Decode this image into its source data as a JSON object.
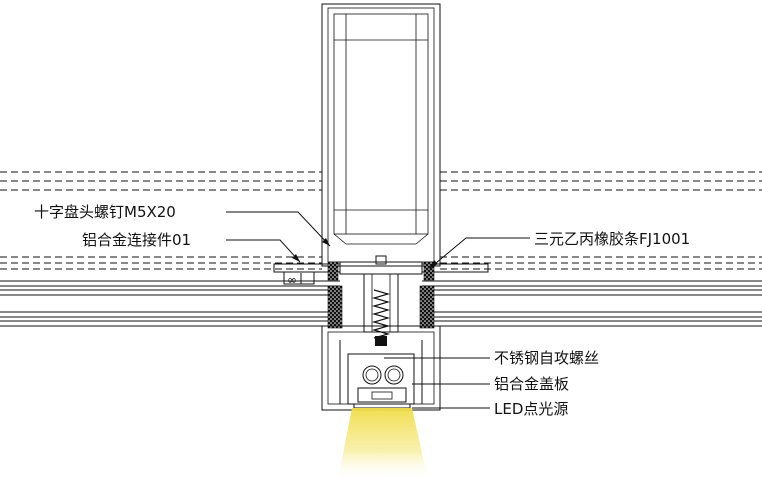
{
  "labels": {
    "screw": "十字盘头螺钉M5X20",
    "connector": "铝合金连接件01",
    "gasket": "三元乙丙橡胶条FJ1001",
    "tapping_screw": "不锈钢自攻螺丝",
    "cover": "铝合金盖板",
    "led": "LED点光源"
  },
  "colors": {
    "line": "#111111",
    "rubber": "#1a1a1a",
    "light": "#f2e25a"
  }
}
